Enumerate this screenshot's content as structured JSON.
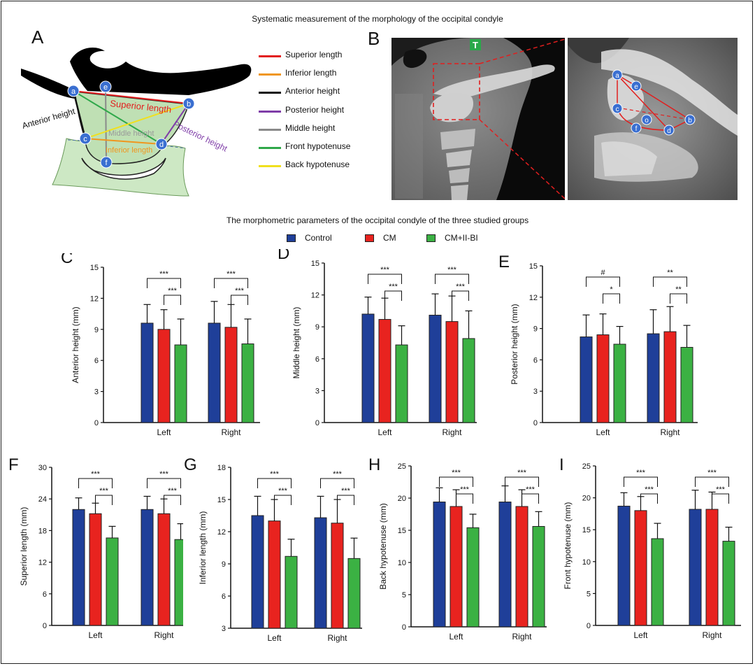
{
  "figure_title": "Systematic measurement of the morphology of the occipital condyle",
  "groups_title": "The morphometric parameters of the occipital condyle of the three studied groups",
  "panels": {
    "A": "A",
    "B": "B"
  },
  "colors": {
    "control": "#1f3f99",
    "cm": "#e8231f",
    "cmiibi": "#3bb143",
    "superior": "#e21e1e",
    "inferior": "#f0961e",
    "anterior": "#111111",
    "posterior": "#7f3da8",
    "middle": "#8a8a8a",
    "front_hyp": "#2fa84a",
    "back_hyp": "#f0e01e"
  },
  "diagram_a": {
    "points": [
      "a",
      "b",
      "c",
      "d",
      "e",
      "f"
    ],
    "labels": {
      "superior": "Superior length",
      "middle": "Middle height",
      "inferior": "Inferior length",
      "anterior": "Anterior height",
      "posterior": "Posterior height"
    }
  },
  "legend_a": [
    {
      "label": "Superior length",
      "color_key": "superior"
    },
    {
      "label": "Inferior length",
      "color_key": "inferior"
    },
    {
      "label": "Anterior height",
      "color_key": "anterior"
    },
    {
      "label": "Posterior height",
      "color_key": "posterior"
    },
    {
      "label": "Middle height",
      "color_key": "middle"
    },
    {
      "label": "Front hypotenuse",
      "color_key": "front_hyp"
    },
    {
      "label": "Back hypotenuse",
      "color_key": "back_hyp"
    }
  ],
  "ct_b": {
    "marker": "T",
    "points": [
      "a",
      "e",
      "c",
      "o",
      "b",
      "f",
      "d"
    ]
  },
  "group_legend": [
    {
      "label": "Control",
      "color_key": "control"
    },
    {
      "label": "CM",
      "color_key": "cm"
    },
    {
      "label": "CM+II-BI",
      "color_key": "cmiibi"
    }
  ],
  "chart_data": [
    {
      "panel": "C",
      "type": "bar",
      "ylabel": "Anterior height (mm)",
      "ylim": [
        0,
        15
      ],
      "yticks": [
        0,
        3,
        6,
        9,
        12,
        15
      ],
      "categories": [
        "Left",
        "Right"
      ],
      "series": [
        {
          "name": "Control",
          "values": [
            9.6,
            9.6
          ],
          "errors": [
            1.8,
            2.1
          ]
        },
        {
          "name": "CM",
          "values": [
            9.0,
            9.2
          ],
          "errors": [
            1.9,
            2.2
          ]
        },
        {
          "name": "CM+II-BI",
          "values": [
            7.5,
            7.6
          ],
          "errors": [
            2.5,
            2.4
          ]
        }
      ],
      "significance": [
        [
          "***",
          "***"
        ],
        [
          "***",
          "***"
        ]
      ]
    },
    {
      "panel": "D",
      "type": "bar",
      "ylabel": "Middle height (mm)",
      "ylim": [
        0,
        15
      ],
      "yticks": [
        0,
        3,
        6,
        9,
        12,
        15
      ],
      "categories": [
        "Left",
        "Right"
      ],
      "series": [
        {
          "name": "Control",
          "values": [
            10.2,
            10.1
          ],
          "errors": [
            1.6,
            2.0
          ]
        },
        {
          "name": "CM",
          "values": [
            9.7,
            9.5
          ],
          "errors": [
            2.0,
            2.4
          ]
        },
        {
          "name": "CM+II-BI",
          "values": [
            7.3,
            7.9
          ],
          "errors": [
            1.8,
            2.6
          ]
        }
      ],
      "significance": [
        [
          "***",
          "***"
        ],
        [
          "***",
          "***"
        ]
      ]
    },
    {
      "panel": "E",
      "type": "bar",
      "ylabel": "Posterior height (mm)",
      "ylim": [
        0,
        15
      ],
      "yticks": [
        0,
        3,
        6,
        9,
        12,
        15
      ],
      "categories": [
        "Left",
        "Right"
      ],
      "series": [
        {
          "name": "Control",
          "values": [
            8.2,
            8.5
          ],
          "errors": [
            2.1,
            2.3
          ]
        },
        {
          "name": "CM",
          "values": [
            8.4,
            8.7
          ],
          "errors": [
            2.0,
            2.4
          ]
        },
        {
          "name": "CM+II-BI",
          "values": [
            7.5,
            7.2
          ],
          "errors": [
            1.7,
            2.1
          ]
        }
      ],
      "significance": [
        [
          "#",
          "*"
        ],
        [
          "**",
          "**"
        ]
      ]
    },
    {
      "panel": "F",
      "type": "bar",
      "ylabel": "Superior length (mm)",
      "ylim": [
        0,
        30
      ],
      "yticks": [
        0,
        6,
        12,
        18,
        24,
        30
      ],
      "categories": [
        "Left",
        "Right"
      ],
      "series": [
        {
          "name": "Control",
          "values": [
            22.0,
            22.0
          ],
          "errors": [
            2.2,
            2.5
          ]
        },
        {
          "name": "CM",
          "values": [
            21.2,
            21.2
          ],
          "errors": [
            2.0,
            2.8
          ]
        },
        {
          "name": "CM+II-BI",
          "values": [
            16.6,
            16.3
          ],
          "errors": [
            2.2,
            3.0
          ]
        }
      ],
      "significance": [
        [
          "***",
          "***"
        ],
        [
          "***",
          "***"
        ]
      ]
    },
    {
      "panel": "G",
      "type": "bar",
      "ylabel": "Inferior length (mm)",
      "ylim": [
        3,
        18
      ],
      "yticks": [
        3,
        6,
        9,
        12,
        15,
        18
      ],
      "categories": [
        "Left",
        "Right"
      ],
      "series": [
        {
          "name": "Control",
          "values": [
            13.5,
            13.3
          ],
          "errors": [
            1.8,
            2.0
          ]
        },
        {
          "name": "CM",
          "values": [
            13.0,
            12.8
          ],
          "errors": [
            2.0,
            2.2
          ]
        },
        {
          "name": "CM+II-BI",
          "values": [
            9.7,
            9.5
          ],
          "errors": [
            1.6,
            1.9
          ]
        }
      ],
      "significance": [
        [
          "***",
          "***"
        ],
        [
          "***",
          "***"
        ]
      ]
    },
    {
      "panel": "H",
      "type": "bar",
      "ylabel": "Back hypotenuse (mm)",
      "ylim": [
        0,
        25
      ],
      "yticks": [
        0,
        5,
        10,
        15,
        20,
        25
      ],
      "categories": [
        "Left",
        "Right"
      ],
      "series": [
        {
          "name": "Control",
          "values": [
            19.4,
            19.4
          ],
          "errors": [
            2.2,
            2.5
          ]
        },
        {
          "name": "CM",
          "values": [
            18.7,
            18.7
          ],
          "errors": [
            2.6,
            2.6
          ]
        },
        {
          "name": "CM+II-BI",
          "values": [
            15.4,
            15.6
          ],
          "errors": [
            2.1,
            2.3
          ]
        }
      ],
      "significance": [
        [
          "***",
          "***"
        ],
        [
          "***",
          "***"
        ]
      ]
    },
    {
      "panel": "I",
      "type": "bar",
      "ylabel": "Front hypotenuse (mm)",
      "ylim": [
        0,
        25
      ],
      "yticks": [
        0,
        5,
        10,
        15,
        20,
        25
      ],
      "categories": [
        "Left",
        "Right"
      ],
      "series": [
        {
          "name": "Control",
          "values": [
            18.7,
            18.2
          ],
          "errors": [
            2.1,
            3.0
          ]
        },
        {
          "name": "CM",
          "values": [
            18.0,
            18.2
          ],
          "errors": [
            2.2,
            2.7
          ]
        },
        {
          "name": "CM+II-BI",
          "values": [
            13.6,
            13.2
          ],
          "errors": [
            2.4,
            2.2
          ]
        }
      ],
      "significance": [
        [
          "***",
          "***"
        ],
        [
          "***",
          "***"
        ]
      ]
    }
  ]
}
